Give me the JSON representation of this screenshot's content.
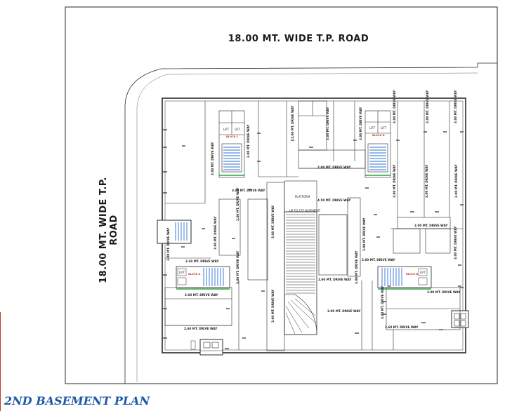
{
  "plan_title": "2ND BASEMENT PLAN",
  "roads": {
    "top": "18.00 MT. WIDE  T.P. ROAD",
    "left": "18.00 MT. WIDE  T.P. ROAD"
  },
  "labels": {
    "drive_way_3": "3.00 MT. DRIVE WAY",
    "drive_way_45": "4.50 MT. DRIVE WAY",
    "drive_way_26": "2.60 MT. DRIVE WAY",
    "drive_way_20": "2.00 MT. DRIVE WAY",
    "ramp": "UP TO 1ST BASEMENT",
    "platform": "PLATFORM",
    "block_c": "BLOCK C",
    "block_d": "BLOCK D",
    "block_a": "BLOCK A",
    "block_b": "BLOCK B",
    "lift": "LIFT"
  },
  "colors": {
    "linework": "#2a2a2a",
    "stair": "#2b6fd6",
    "green_line": "#2e9e3e",
    "block_text": "#c0392b",
    "title": "#1e5aa8"
  }
}
